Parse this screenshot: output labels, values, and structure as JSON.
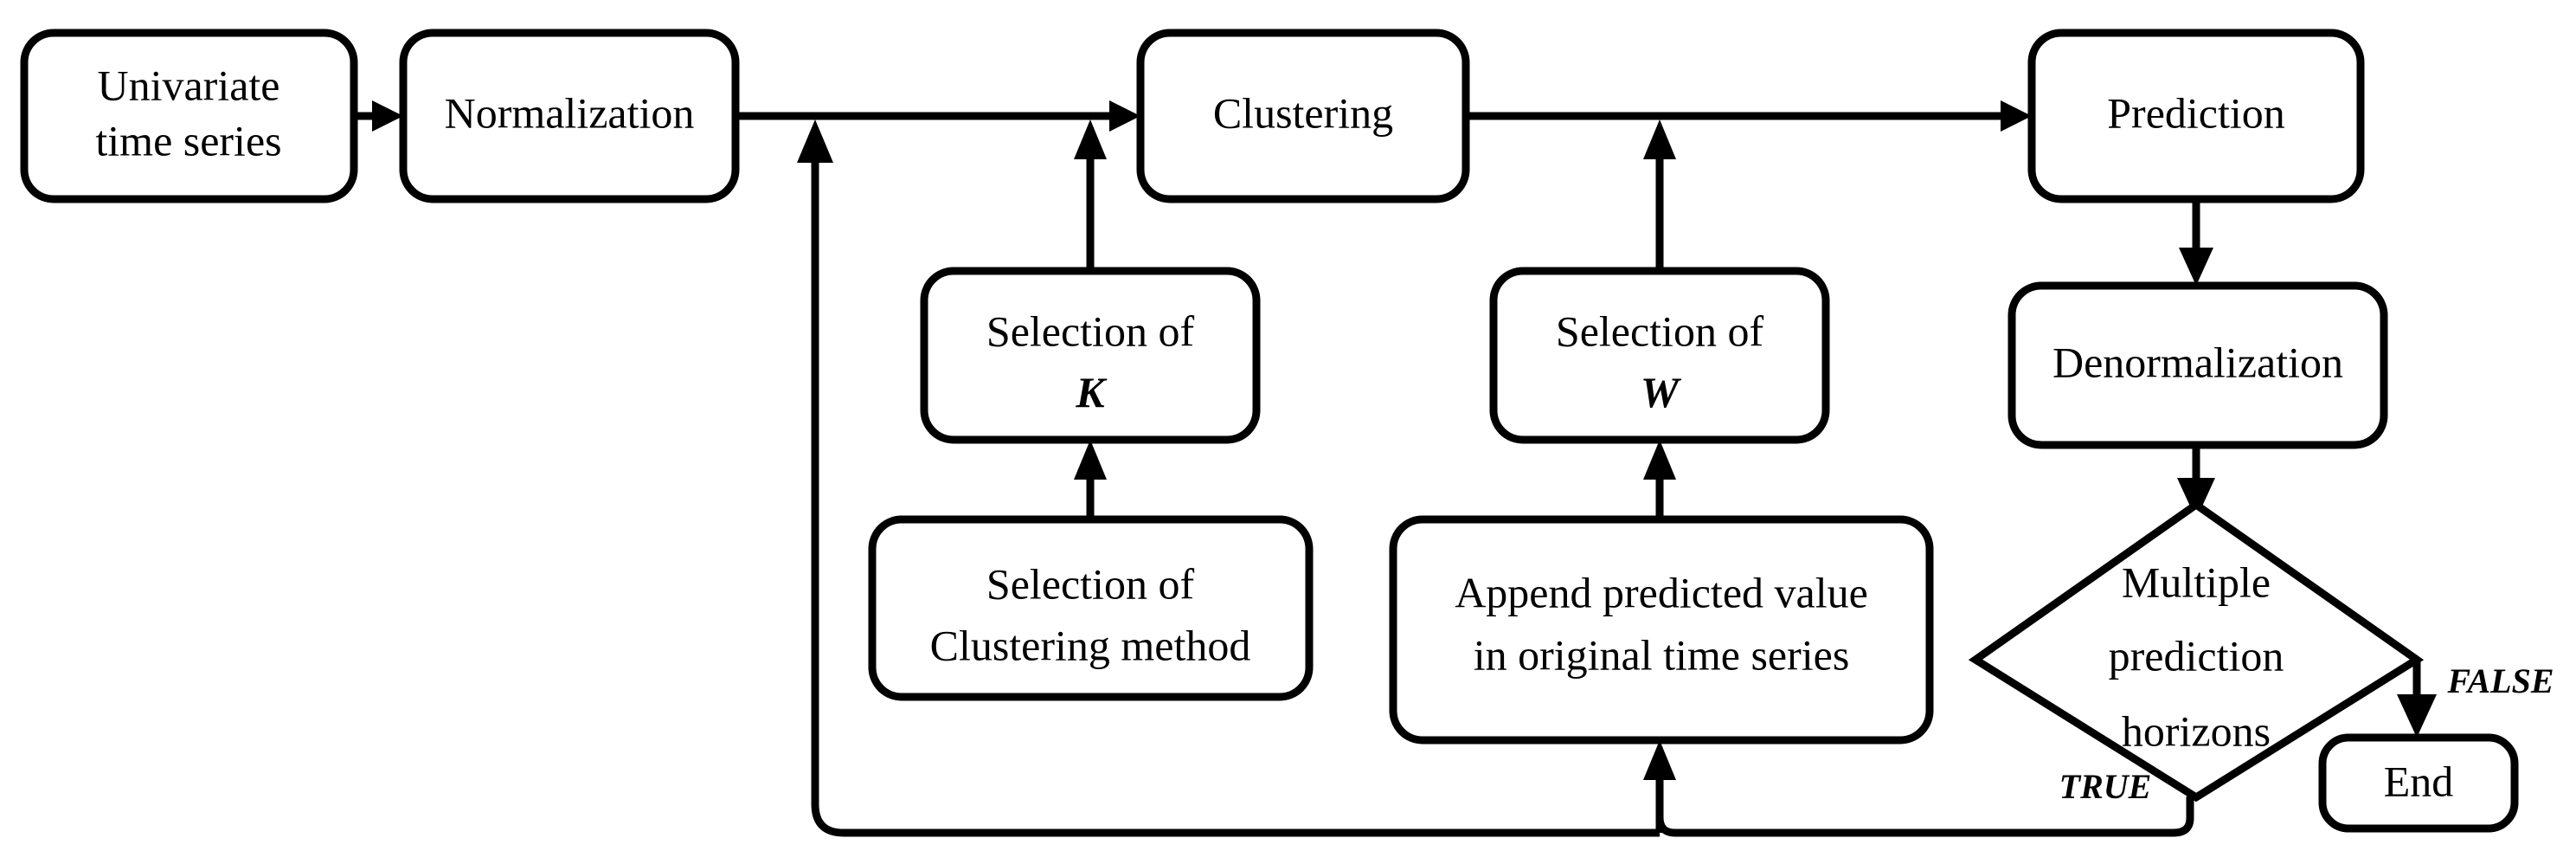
{
  "diagram": {
    "type": "flowchart",
    "title": "Univariate time series clustering-based prediction workflow",
    "background_color": "#ffffff",
    "line_color": "#000000",
    "node_fill": "#ffffff"
  },
  "nodes": {
    "univariate": {
      "line1": "Univariate",
      "line2": "time series",
      "shape": "rounded-rect"
    },
    "normalization": {
      "label": "Normalization",
      "shape": "rounded-rect"
    },
    "clustering": {
      "label": "Clustering",
      "shape": "rounded-rect"
    },
    "prediction": {
      "label": "Prediction",
      "shape": "rounded-rect"
    },
    "denormalization": {
      "label": "Denormalization",
      "shape": "rounded-rect"
    },
    "selection_k": {
      "line1": "Selection of",
      "line2": "K",
      "shape": "rounded-rect"
    },
    "selection_w": {
      "line1": "Selection of",
      "line2": "W",
      "shape": "rounded-rect"
    },
    "selection_clustering_method": {
      "line1": "Selection of",
      "line2": "Clustering method",
      "shape": "rounded-rect"
    },
    "append_predicted": {
      "line1": "Append predicted value",
      "line2": "in original time series",
      "shape": "rounded-rect"
    },
    "decision": {
      "line1": "Multiple",
      "line2": "prediction",
      "line3": "horizons",
      "shape": "diamond"
    },
    "end": {
      "label": "End",
      "shape": "rounded-rect"
    }
  },
  "edge_labels": {
    "true_label": "TRUE",
    "false_label": "FALSE"
  }
}
